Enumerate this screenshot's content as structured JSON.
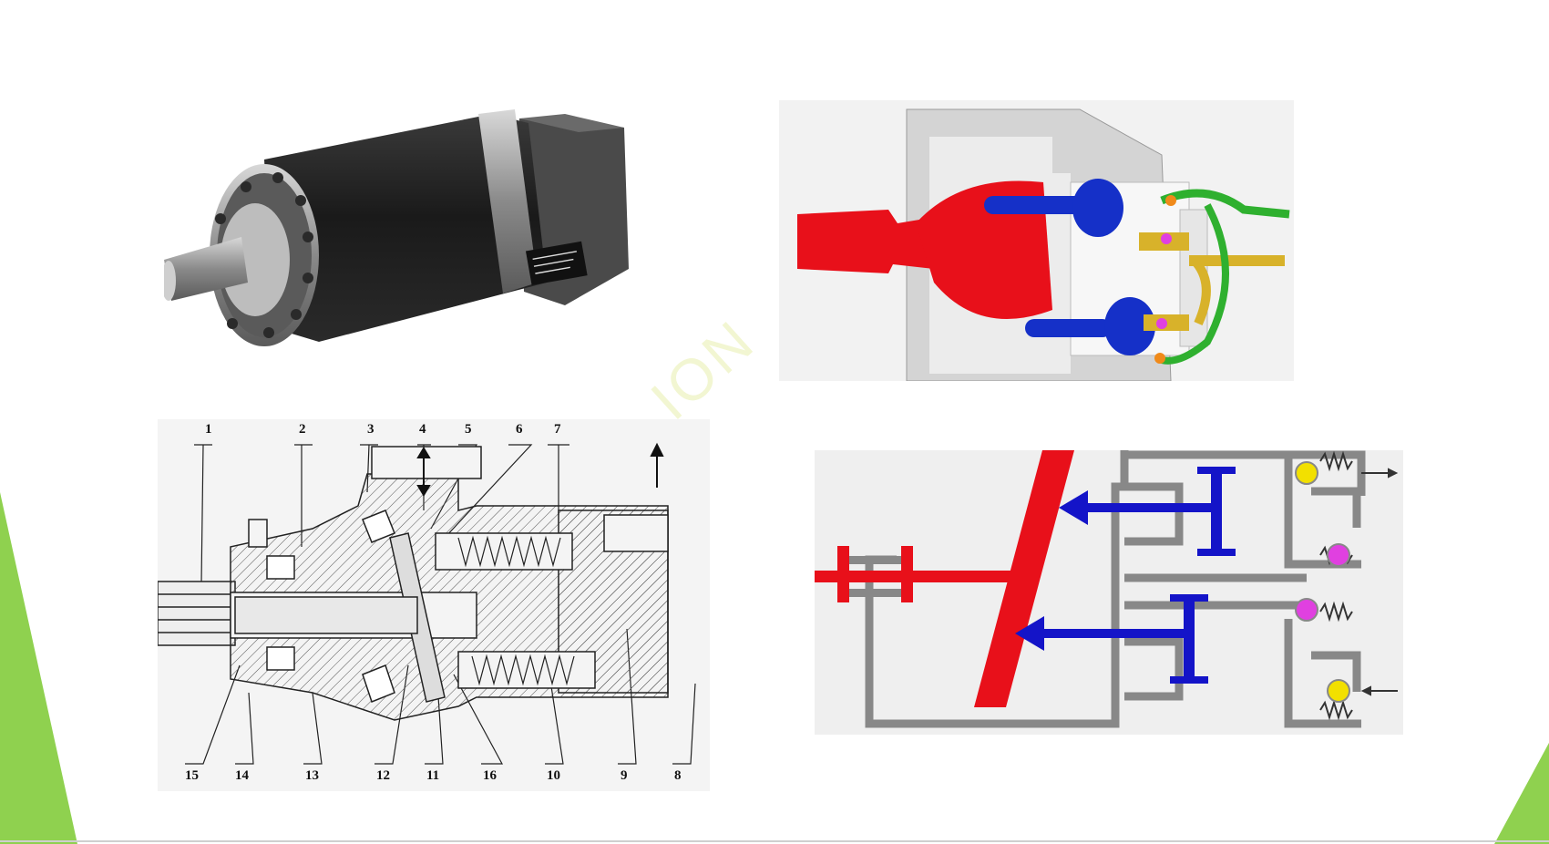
{
  "slide": {
    "accent_color": "#8fd14f",
    "watermark": "ION"
  },
  "motor_photo": {
    "icon": "hydraulic-motor-photo",
    "nameplate_lines": [
      "",
      "",
      ""
    ]
  },
  "pump_3d_render": {
    "icon": "axial-piston-pump-3d-render",
    "colors": {
      "shaft": "#e8101a",
      "pistons": "#1530c8",
      "valve": "#d8b22a",
      "passage": "#2fb02f"
    }
  },
  "cross_section": {
    "top_labels": [
      "1",
      "2",
      "3",
      "4",
      "5",
      "6",
      "7"
    ],
    "bottom_labels": [
      "15",
      "14",
      "13",
      "12",
      "11",
      "16",
      "10",
      "9",
      "8"
    ]
  },
  "schematic": {
    "icon": "swashplate-pump-schematic",
    "colors": {
      "swashplate": "#e8101a",
      "pistons": "#1414c8",
      "ball_a": "#f2e000",
      "ball_b": "#e040e0",
      "housing": "#888888"
    }
  }
}
